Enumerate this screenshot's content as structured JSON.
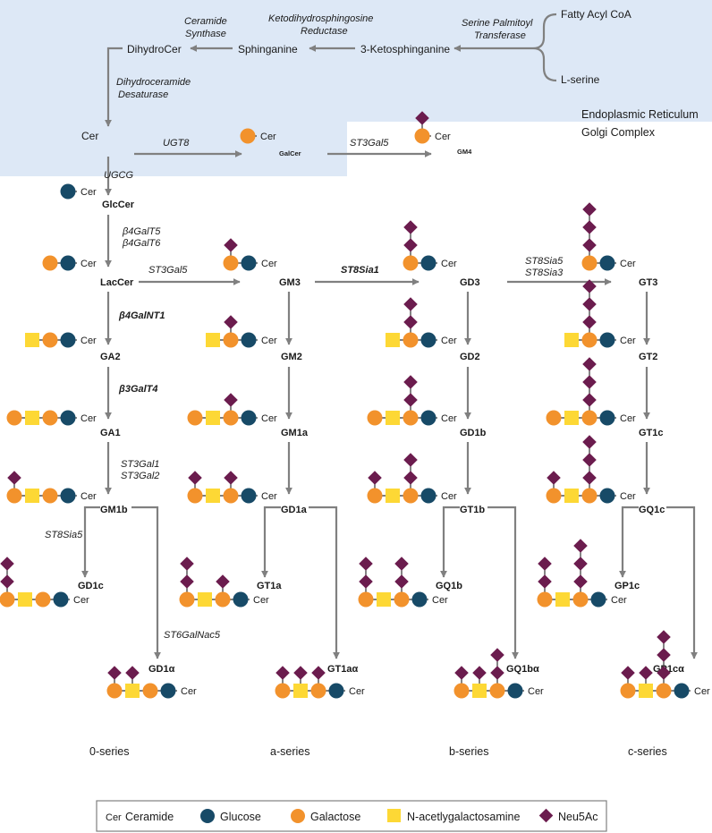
{
  "compartments": {
    "er": "Endoplasmic Reticulum",
    "golgi": "Golgi Complex"
  },
  "metabolites": {
    "fatty_acyl_coa": "Fatty Acyl CoA",
    "l_serine": "L-serine",
    "ketosphinganine": "3-Ketosphinganine",
    "sphinganine": "Sphinganine",
    "dihydrocer": "DihydroCer",
    "cer": "Cer",
    "galcer": "GalCer",
    "gm4": "GM4",
    "glccer": "GlcCer",
    "laccer": "LacCer",
    "ga2": "GA2",
    "ga1": "GA1",
    "gm1b": "GM1b",
    "gd1c": "GD1c",
    "gd1alpha": "GD1α",
    "gm3": "GM3",
    "gm2": "GM2",
    "gm1a": "GM1a",
    "gd1a": "GD1a",
    "gt1a": "GT1a",
    "gt1alpha": "GT1aα",
    "gd3": "GD3",
    "gd2": "GD2",
    "gd1b": "GD1b",
    "gt1b": "GT1b",
    "gq1b": "GQ1b",
    "gq1balpha": "GQ1bα",
    "gt3": "GT3",
    "gt2": "GT2",
    "gt1c": "GT1c",
    "gq1c": "GQ1c",
    "gp1c": "GP1c",
    "gp1calpha": "GP1cα"
  },
  "enzymes": {
    "spt1": "Serine Palmitoyl",
    "spt2": "Transferase",
    "kdsr1": "Ketodihydrosphingosine",
    "kdsr2": "Reductase",
    "cers1": "Ceramide",
    "cers2": "Synthase",
    "degs1": "Dihydroceramide",
    "degs2": "Desaturase",
    "ugt8": "UGT8",
    "st3gal5_top": "ST3Gal5",
    "ugcg": "UGCG",
    "b4galt5": "β4GalT5",
    "b4galt6": "β4GalT6",
    "st3gal5": "ST3Gal5",
    "st8sia1": "ST8Sia1",
    "st8sia5_top": "ST8Sia5",
    "st8sia3": "ST8Sia3",
    "b4galnt1": "β4GalNT1",
    "b3galt4": "β3GalT4",
    "st3gal1": "ST3Gal1",
    "st3gal2": "ST3Gal2",
    "st8sia5": "ST8Sia5",
    "st6galnac5": "ST6GalNac5"
  },
  "cer_label": "Cer",
  "series": {
    "o": "0-series",
    "a": "a-series",
    "b": "b-series",
    "c": "c-series"
  },
  "legend": {
    "ceramide_abbr": "Cer",
    "ceramide": "Ceramide",
    "glucose": "Glucose",
    "galactose": "Galactose",
    "galnac": "N-acetlygalactosamine",
    "neu5ac": "Neu5Ac"
  },
  "colors": {
    "er_background": "#dde8f6",
    "glucose": "#174a67",
    "galactose": "#f2922c",
    "galnac": "#fdd835",
    "neu5ac": "#6b1c4e",
    "arrow": "#808080"
  }
}
